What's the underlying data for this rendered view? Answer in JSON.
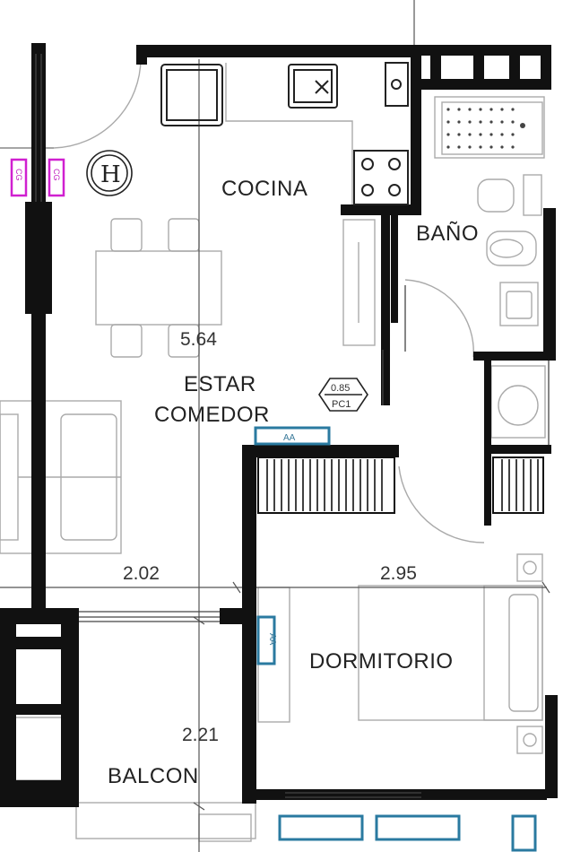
{
  "rooms": {
    "cocina": "COCINA",
    "bano": "BAÑO",
    "estar_line1": "ESTAR",
    "estar_line2": "COMEDOR",
    "dormitorio": "DORMITORIO",
    "balcon": "BALCON"
  },
  "dimensions": {
    "total_length": "5.64",
    "balcony_width": "2.02",
    "bedroom_width": "2.95",
    "balcony_depth": "2.21"
  },
  "tags": {
    "window_value": "0.85",
    "window_code": "PC1",
    "ac_top": "AA",
    "ac_side": "AA",
    "hydrant_symbol": "H",
    "cabinet_left": "CG",
    "cabinet_right": "CG"
  },
  "colors": {
    "wall": "#111111",
    "line": "#9a9a9a",
    "ac_unit": "#2a7aa0",
    "cabinet": "#d020d0"
  }
}
